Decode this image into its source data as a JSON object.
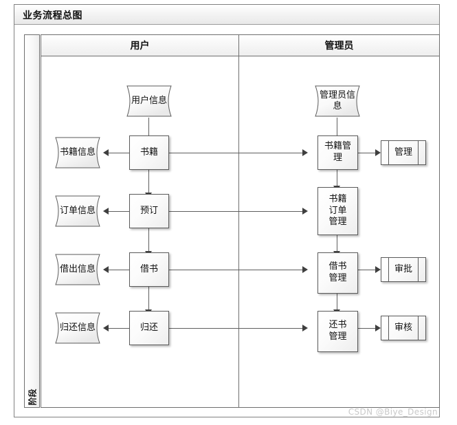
{
  "diagram": {
    "title": "业务流程总图",
    "phase_label": "阶段",
    "watermark": "CSDN @Biye_Design",
    "lanes": [
      {
        "id": "user",
        "header": "用户"
      },
      {
        "id": "admin",
        "header": "管理员"
      }
    ],
    "nodes": {
      "user_info": {
        "label": "用户信息",
        "shape": "document"
      },
      "book_info": {
        "label": "书籍信息",
        "shape": "document"
      },
      "order_info": {
        "label": "订单信息",
        "shape": "document"
      },
      "lend_info": {
        "label": "借出信息",
        "shape": "document"
      },
      "return_info": {
        "label": "归还信息",
        "shape": "document"
      },
      "book": {
        "label": "书籍",
        "shape": "process"
      },
      "reserve": {
        "label": "预订",
        "shape": "process"
      },
      "borrow": {
        "label": "借书",
        "shape": "process"
      },
      "giveback": {
        "label": "归还",
        "shape": "process"
      },
      "admin_info": {
        "label": "管理员信息",
        "shape": "document"
      },
      "book_manage": {
        "label": "书籍管理",
        "shape": "process"
      },
      "order_manage": {
        "label": "书籍订单管理",
        "shape": "process"
      },
      "borrow_manage": {
        "label": "借书管理",
        "shape": "process"
      },
      "return_manage": {
        "label": "还书管理",
        "shape": "process"
      },
      "manage": {
        "label": "管理",
        "shape": "predefined"
      },
      "approve": {
        "label": "审批",
        "shape": "predefined"
      },
      "audit": {
        "label": "审核",
        "shape": "predefined"
      }
    },
    "colors": {
      "frame_border": "#808080",
      "lane_border": "#6e6e6e",
      "node_border": "#5a5a5a",
      "connector": "#5d5d5d",
      "watermark": "#c9c9c9"
    }
  }
}
